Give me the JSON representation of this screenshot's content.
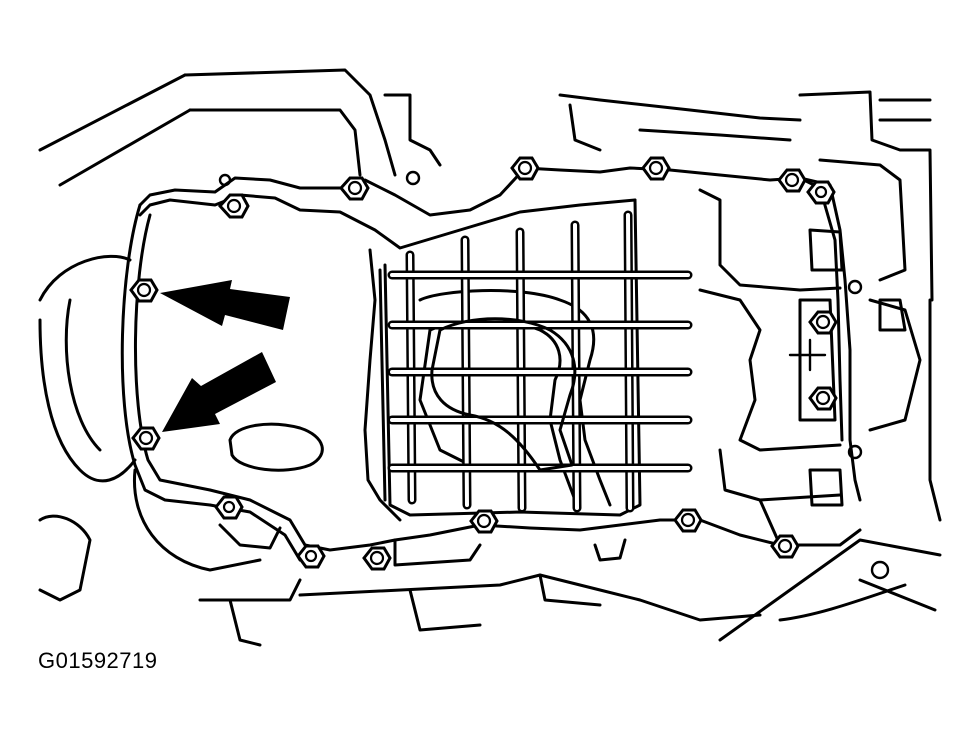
{
  "figure": {
    "code": "G01592719"
  },
  "icons": {
    "arrow_upper": "left-pointing-arrow",
    "arrow_lower": "down-left-pointing-arrow",
    "bolts": "hex-bolt-head"
  },
  "colors": {
    "ink": "#000000",
    "paper": "#ffffff"
  }
}
